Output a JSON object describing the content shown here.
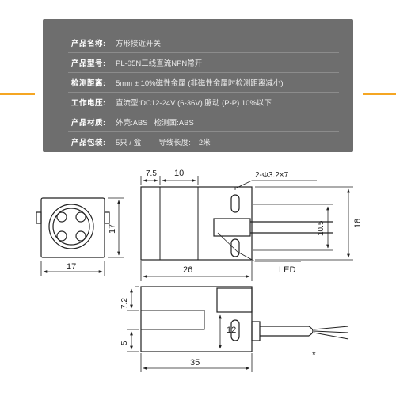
{
  "specs": [
    {
      "label": "产品名称:",
      "value": "方形接近开关"
    },
    {
      "label": "产品型号:",
      "value": "PL-05N三线直流NPN常开"
    },
    {
      "label": "检测距离:",
      "value": "5mm ± 10%磁性金属 (非磁性金属时检测距离减小)"
    },
    {
      "label": "工作电压:",
      "value": "直流型:DC12-24V (6-36V) 脉动 (P-P) 10%以下"
    },
    {
      "label": "产品材质:",
      "value": "外壳:ABS",
      "value2": "检测面:ABS"
    },
    {
      "label": "产品包装:",
      "value": "5只 / 盒",
      "value2": "导线长度:",
      "value3": "2米"
    }
  ],
  "dims": {
    "front_width": "17",
    "front_height": "17",
    "side_offset": "7.5",
    "side_sensing_width": "10",
    "hole_spec": "2-Φ3.2×7",
    "side_length": "26",
    "side_height": "18",
    "hole_spacing": "10.5",
    "led_label": "LED",
    "bottom_length": "35",
    "bottom_top": "7.2",
    "bottom_left": "5",
    "bottom_mid": "12",
    "asterisk": "*"
  },
  "colors": {
    "accent": "#f5a623",
    "panel": "#6e6e6e"
  }
}
